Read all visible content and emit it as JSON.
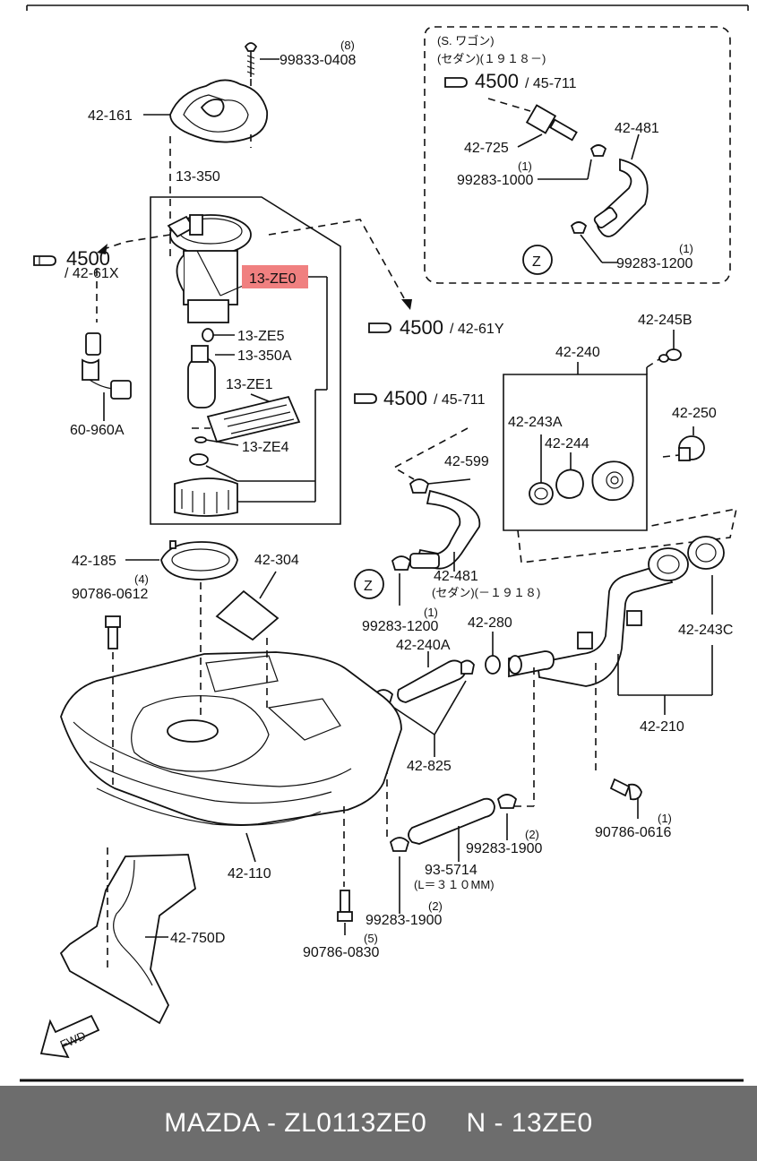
{
  "labels": {
    "l_99833_0408": "99833-0408",
    "l_8": "(8)",
    "l_42_161": "42-161",
    "l_13_350": "13-350",
    "l_4500_a": "4500",
    "l_42_61x": "/ 42-61X",
    "l_13_ze0": "13-ZE0",
    "l_13_ze5": "13-ZE5",
    "l_13_350a": "13-350A",
    "l_13_ze1": "13-ZE1",
    "l_13_ze4": "13-ZE4",
    "l_60_960a": "60-960A",
    "l_s_wagon": "(S. ワゴン)",
    "l_sedan_1918": "(セダン)(１９１８－)",
    "l_4500_b": "4500",
    "l_45_711_a": "/ 45-711",
    "l_42_725": "42-725",
    "l_1_a": "(1)",
    "l_99283_1000": "99283-1000",
    "l_42_481_a": "42-481",
    "l_z_a": "Z",
    "l_1_b": "(1)",
    "l_99283_1200_a": "99283-1200",
    "l_4500_c": "4500",
    "l_42_61y": "/ 42-61Y",
    "l_42_245b": "42-245B",
    "l_42_240": "42-240",
    "l_4500_d": "4500",
    "l_45_711_b": "/ 45-711",
    "l_42_599": "42-599",
    "l_42_243a": "42-243A",
    "l_42_244": "42-244",
    "l_42_250": "42-250",
    "l_42_185": "42-185",
    "l_4": "(4)",
    "l_90786_0612": "90786-0612",
    "l_42_304": "42-304",
    "l_42_481_b": "42-481",
    "l_sedan_m1918": "(セダン)(－１９１８)",
    "l_z_b": "Z",
    "l_1_c": "(1)",
    "l_99283_1200_b": "99283-1200",
    "l_42_240a": "42-240A",
    "l_42_280": "42-280",
    "l_42_243c": "42-243C",
    "l_42_825": "42-825",
    "l_42_210": "42-210",
    "l_1_d": "(1)",
    "l_90786_0616": "90786-0616",
    "l_2_a": "(2)",
    "l_99283_1900_a": "99283-1900",
    "l_93_5714": "93-5714",
    "l_l310": "(L＝３１０MM)",
    "l_42_110": "42-110",
    "l_2_b": "(2)",
    "l_99283_1900_b": "99283-1900",
    "l_42_750d": "42-750D",
    "l_5": "(5)",
    "l_90786_0830": "90786-0830",
    "l_fwd": "FWD"
  },
  "highlight_color": "#f08080",
  "footer": {
    "text": "MAZDA - ZL0113ZE0     N - 13ZE0"
  }
}
